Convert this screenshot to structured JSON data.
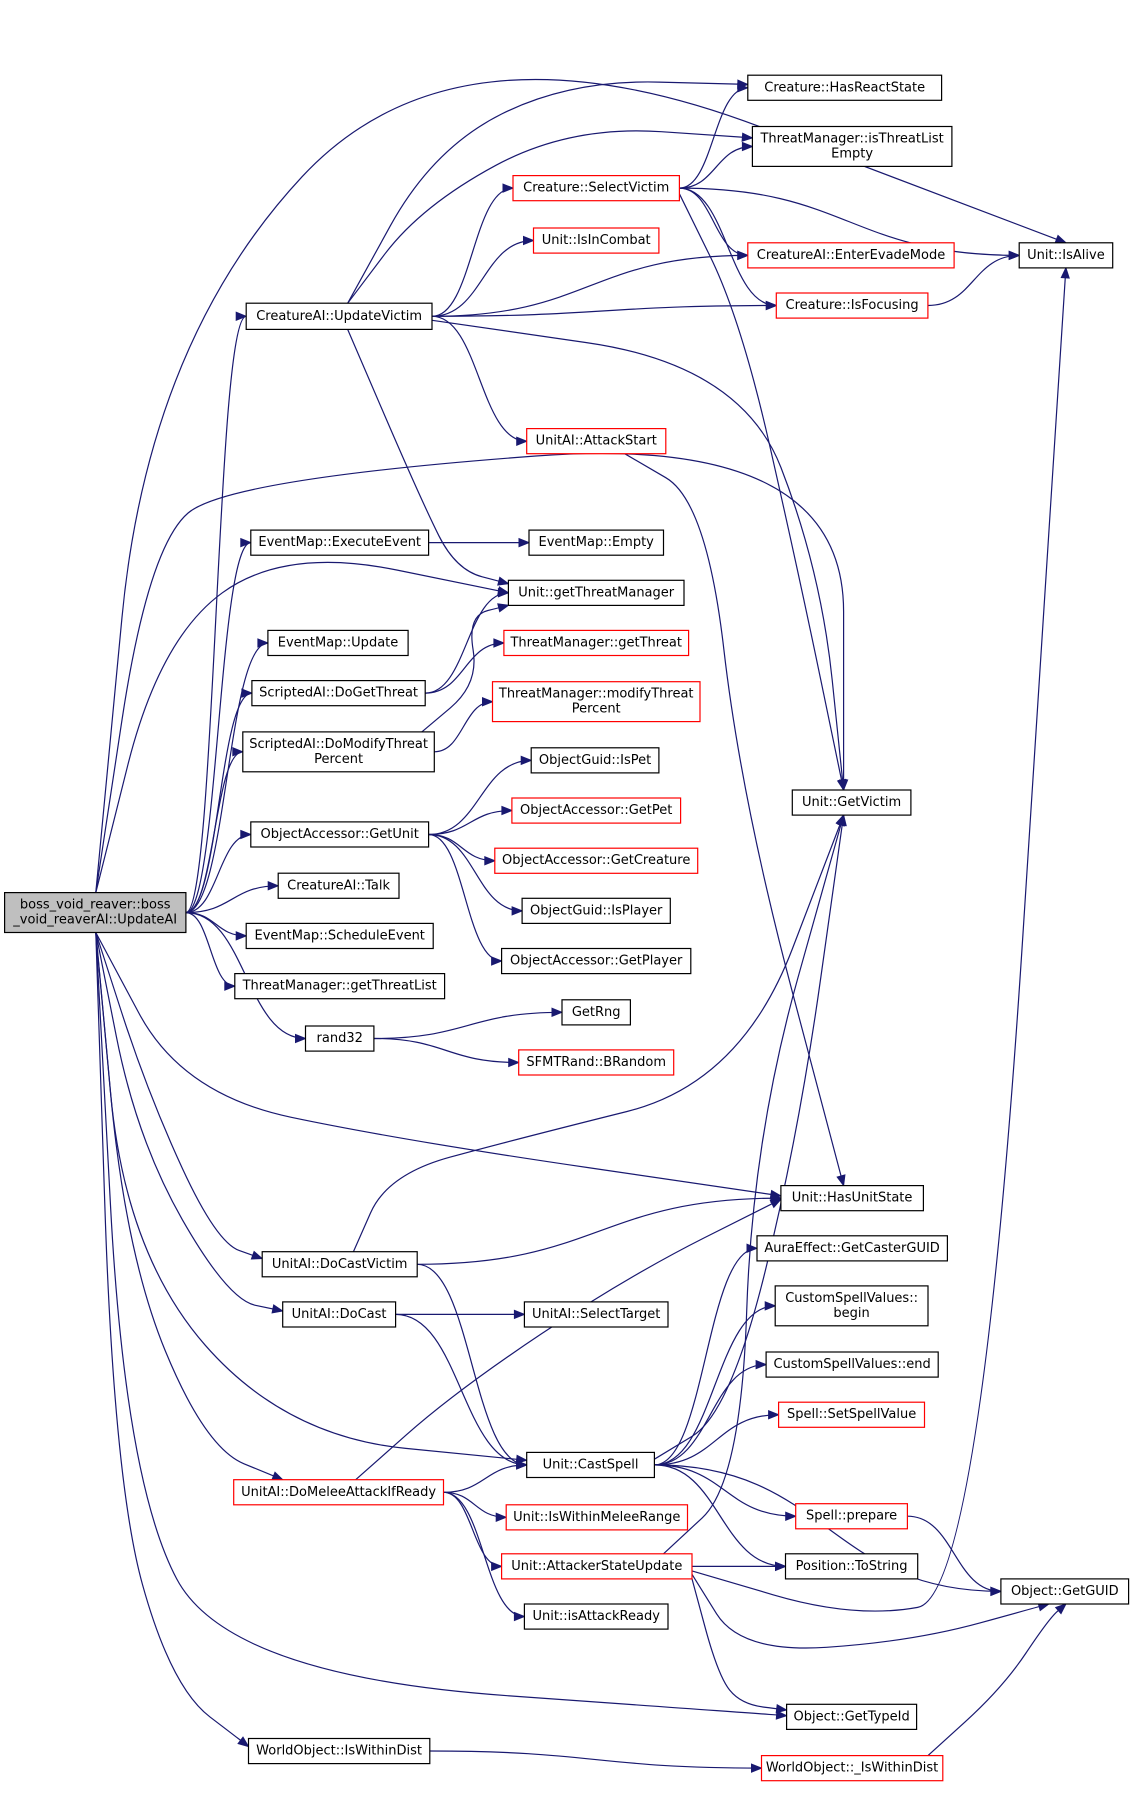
{
  "graph": {
    "nodes": [
      {
        "id": "root",
        "lines": [
          "boss_void_reaver::boss",
          "_void_reaverAI::UpdateAI"
        ],
        "style": "root"
      },
      {
        "id": "creatureAI_UpdateVictim",
        "lines": [
          "CreatureAI::UpdateVictim"
        ],
        "style": "black"
      },
      {
        "id": "eventMap_ExecuteEvent",
        "lines": [
          "EventMap::ExecuteEvent"
        ],
        "style": "black"
      },
      {
        "id": "eventMap_Update",
        "lines": [
          "EventMap::Update"
        ],
        "style": "black"
      },
      {
        "id": "scriptedAI_DoGetThreat",
        "lines": [
          "ScriptedAI::DoGetThreat"
        ],
        "style": "black"
      },
      {
        "id": "scriptedAI_DoModifyThreatPercent",
        "lines": [
          "ScriptedAI::DoModifyThreat",
          "Percent"
        ],
        "style": "black"
      },
      {
        "id": "objectAccessor_GetUnit",
        "lines": [
          "ObjectAccessor::GetUnit"
        ],
        "style": "black"
      },
      {
        "id": "creatureAI_Talk",
        "lines": [
          "CreatureAI::Talk"
        ],
        "style": "black"
      },
      {
        "id": "eventMap_ScheduleEvent",
        "lines": [
          "EventMap::ScheduleEvent"
        ],
        "style": "black"
      },
      {
        "id": "threatManager_getThreatList",
        "lines": [
          "ThreatManager::getThreatList"
        ],
        "style": "black"
      },
      {
        "id": "rand32",
        "lines": [
          "rand32"
        ],
        "style": "black"
      },
      {
        "id": "unitAI_DoCastVictim",
        "lines": [
          "UnitAI::DoCastVictim"
        ],
        "style": "black"
      },
      {
        "id": "unitAI_DoCast",
        "lines": [
          "UnitAI::DoCast"
        ],
        "style": "black"
      },
      {
        "id": "unitAI_DoMeleeAttackIfReady",
        "lines": [
          "UnitAI::DoMeleeAttackIfReady"
        ],
        "style": "red"
      },
      {
        "id": "worldObject_IsWithinDist",
        "lines": [
          "WorldObject::IsWithinDist"
        ],
        "style": "black"
      },
      {
        "id": "creature_SelectVictim",
        "lines": [
          "Creature::SelectVictim"
        ],
        "style": "red"
      },
      {
        "id": "unit_IsInCombat",
        "lines": [
          "Unit::IsInCombat"
        ],
        "style": "red"
      },
      {
        "id": "unitAI_AttackStart",
        "lines": [
          "UnitAI::AttackStart"
        ],
        "style": "red"
      },
      {
        "id": "eventMap_Empty",
        "lines": [
          "EventMap::Empty"
        ],
        "style": "black"
      },
      {
        "id": "unit_getThreatManager",
        "lines": [
          "Unit::getThreatManager"
        ],
        "style": "black"
      },
      {
        "id": "threatManager_getThreat",
        "lines": [
          "ThreatManager::getThreat"
        ],
        "style": "red"
      },
      {
        "id": "threatManager_modifyThreatPercent",
        "lines": [
          "ThreatManager::modifyThreat",
          "Percent"
        ],
        "style": "red"
      },
      {
        "id": "objectGuid_IsPet",
        "lines": [
          "ObjectGuid::IsPet"
        ],
        "style": "black"
      },
      {
        "id": "objectAccessor_GetPet",
        "lines": [
          "ObjectAccessor::GetPet"
        ],
        "style": "red"
      },
      {
        "id": "objectAccessor_GetCreature",
        "lines": [
          "ObjectAccessor::GetCreature"
        ],
        "style": "red"
      },
      {
        "id": "objectGuid_IsPlayer",
        "lines": [
          "ObjectGuid::IsPlayer"
        ],
        "style": "black"
      },
      {
        "id": "objectAccessor_GetPlayer",
        "lines": [
          "ObjectAccessor::GetPlayer"
        ],
        "style": "black"
      },
      {
        "id": "getRng",
        "lines": [
          "GetRng"
        ],
        "style": "black"
      },
      {
        "id": "sfmtRand_BRandom",
        "lines": [
          "SFMTRand::BRandom"
        ],
        "style": "red"
      },
      {
        "id": "unitAI_SelectTarget",
        "lines": [
          "UnitAI::SelectTarget"
        ],
        "style": "black"
      },
      {
        "id": "unit_CastSpell",
        "lines": [
          "Unit::CastSpell"
        ],
        "style": "black"
      },
      {
        "id": "unit_IsWithinMeleeRange",
        "lines": [
          "Unit::IsWithinMeleeRange"
        ],
        "style": "red"
      },
      {
        "id": "unit_AttackerStateUpdate",
        "lines": [
          "Unit::AttackerStateUpdate"
        ],
        "style": "red"
      },
      {
        "id": "unit_isAttackReady",
        "lines": [
          "Unit::isAttackReady"
        ],
        "style": "black"
      },
      {
        "id": "creature_HasReactState",
        "lines": [
          "Creature::HasReactState"
        ],
        "style": "black"
      },
      {
        "id": "threatManager_isThreatListEmpty",
        "lines": [
          "ThreatManager::isThreatList",
          "Empty"
        ],
        "style": "black"
      },
      {
        "id": "creatureAI_EnterEvadeMode",
        "lines": [
          "CreatureAI::EnterEvadeMode"
        ],
        "style": "red"
      },
      {
        "id": "creature_IsFocusing",
        "lines": [
          "Creature::IsFocusing"
        ],
        "style": "red"
      },
      {
        "id": "unit_GetVictim",
        "lines": [
          "Unit::GetVictim"
        ],
        "style": "black"
      },
      {
        "id": "unit_HasUnitState",
        "lines": [
          "Unit::HasUnitState"
        ],
        "style": "black"
      },
      {
        "id": "auraEffect_GetCasterGUID",
        "lines": [
          "AuraEffect::GetCasterGUID"
        ],
        "style": "black"
      },
      {
        "id": "customSpellValues_begin",
        "lines": [
          "CustomSpellValues::",
          "begin"
        ],
        "style": "black"
      },
      {
        "id": "customSpellValues_end",
        "lines": [
          "CustomSpellValues::end"
        ],
        "style": "black"
      },
      {
        "id": "spell_SetSpellValue",
        "lines": [
          "Spell::SetSpellValue"
        ],
        "style": "red"
      },
      {
        "id": "spell_prepare",
        "lines": [
          "Spell::prepare"
        ],
        "style": "red"
      },
      {
        "id": "position_ToString",
        "lines": [
          "Position::ToString"
        ],
        "style": "black"
      },
      {
        "id": "object_GetTypeId",
        "lines": [
          "Object::GetTypeId"
        ],
        "style": "black"
      },
      {
        "id": "worldObject__IsWithinDist",
        "lines": [
          "WorldObject::_IsWithinDist"
        ],
        "style": "red"
      },
      {
        "id": "unit_IsAlive",
        "lines": [
          "Unit::IsAlive"
        ],
        "style": "black"
      },
      {
        "id": "object_GetGUID",
        "lines": [
          "Object::GetGUID"
        ],
        "style": "black"
      }
    ],
    "edges": [
      [
        "root",
        "unit_IsAlive"
      ],
      [
        "root",
        "creatureAI_UpdateVictim"
      ],
      [
        "root",
        "unit_GetVictim"
      ],
      [
        "root",
        "eventMap_ExecuteEvent"
      ],
      [
        "root",
        "unit_getThreatManager"
      ],
      [
        "root",
        "eventMap_Update"
      ],
      [
        "root",
        "scriptedAI_DoGetThreat"
      ],
      [
        "root",
        "scriptedAI_DoModifyThreatPercent"
      ],
      [
        "root",
        "objectAccessor_GetUnit"
      ],
      [
        "root",
        "creatureAI_Talk"
      ],
      [
        "root",
        "eventMap_ScheduleEvent"
      ],
      [
        "root",
        "threatManager_getThreatList"
      ],
      [
        "root",
        "rand32"
      ],
      [
        "root",
        "unit_HasUnitState"
      ],
      [
        "root",
        "unitAI_DoCastVictim"
      ],
      [
        "root",
        "unitAI_DoCast"
      ],
      [
        "root",
        "unit_CastSpell"
      ],
      [
        "root",
        "unitAI_DoMeleeAttackIfReady"
      ],
      [
        "root",
        "object_GetTypeId"
      ],
      [
        "root",
        "worldObject_IsWithinDist"
      ],
      [
        "creatureAI_UpdateVictim",
        "creature_HasReactState"
      ],
      [
        "creatureAI_UpdateVictim",
        "threatManager_isThreatListEmpty"
      ],
      [
        "creatureAI_UpdateVictim",
        "creature_SelectVictim"
      ],
      [
        "creatureAI_UpdateVictim",
        "unit_IsInCombat"
      ],
      [
        "creatureAI_UpdateVictim",
        "creatureAI_EnterEvadeMode"
      ],
      [
        "creatureAI_UpdateVictim",
        "creature_IsFocusing"
      ],
      [
        "creatureAI_UpdateVictim",
        "unitAI_AttackStart"
      ],
      [
        "creatureAI_UpdateVictim",
        "unit_getThreatManager"
      ],
      [
        "creatureAI_UpdateVictim",
        "unit_GetVictim"
      ],
      [
        "creature_SelectVictim",
        "creature_HasReactState"
      ],
      [
        "creature_SelectVictim",
        "threatManager_isThreatListEmpty"
      ],
      [
        "creature_SelectVictim",
        "unit_IsAlive"
      ],
      [
        "creature_SelectVictim",
        "creatureAI_EnterEvadeMode"
      ],
      [
        "creature_SelectVictim",
        "creature_IsFocusing"
      ],
      [
        "creature_SelectVictim",
        "unit_GetVictim"
      ],
      [
        "creature_IsFocusing",
        "unit_IsAlive"
      ],
      [
        "unitAI_AttackStart",
        "unit_HasUnitState"
      ],
      [
        "eventMap_ExecuteEvent",
        "eventMap_Empty"
      ],
      [
        "scriptedAI_DoGetThreat",
        "unit_getThreatManager"
      ],
      [
        "scriptedAI_DoGetThreat",
        "threatManager_getThreat"
      ],
      [
        "scriptedAI_DoModifyThreatPercent",
        "unit_getThreatManager"
      ],
      [
        "scriptedAI_DoModifyThreatPercent",
        "threatManager_modifyThreatPercent"
      ],
      [
        "objectAccessor_GetUnit",
        "objectGuid_IsPet"
      ],
      [
        "objectAccessor_GetUnit",
        "objectAccessor_GetPet"
      ],
      [
        "objectAccessor_GetUnit",
        "objectAccessor_GetCreature"
      ],
      [
        "objectAccessor_GetUnit",
        "objectGuid_IsPlayer"
      ],
      [
        "objectAccessor_GetUnit",
        "objectAccessor_GetPlayer"
      ],
      [
        "rand32",
        "getRng"
      ],
      [
        "rand32",
        "sfmtRand_BRandom"
      ],
      [
        "unitAI_DoCastVictim",
        "unit_GetVictim"
      ],
      [
        "unitAI_DoCastVictim",
        "unit_HasUnitState"
      ],
      [
        "unitAI_DoCastVictim",
        "unit_CastSpell"
      ],
      [
        "unitAI_DoCast",
        "unitAI_SelectTarget"
      ],
      [
        "unitAI_DoCast",
        "unit_CastSpell"
      ],
      [
        "unitAI_DoMeleeAttackIfReady",
        "unit_HasUnitState"
      ],
      [
        "unitAI_DoMeleeAttackIfReady",
        "unit_CastSpell"
      ],
      [
        "unitAI_DoMeleeAttackIfReady",
        "unit_IsWithinMeleeRange"
      ],
      [
        "unitAI_DoMeleeAttackIfReady",
        "unit_AttackerStateUpdate"
      ],
      [
        "unitAI_DoMeleeAttackIfReady",
        "unit_isAttackReady"
      ],
      [
        "unit_CastSpell",
        "unit_GetVictim"
      ],
      [
        "unit_CastSpell",
        "auraEffect_GetCasterGUID"
      ],
      [
        "unit_CastSpell",
        "customSpellValues_begin"
      ],
      [
        "unit_CastSpell",
        "customSpellValues_end"
      ],
      [
        "unit_CastSpell",
        "spell_SetSpellValue"
      ],
      [
        "unit_CastSpell",
        "spell_prepare"
      ],
      [
        "unit_CastSpell",
        "position_ToString"
      ],
      [
        "unit_CastSpell",
        "object_GetGUID"
      ],
      [
        "unit_AttackerStateUpdate",
        "unit_IsAlive"
      ],
      [
        "unit_AttackerStateUpdate",
        "unit_GetVictim"
      ],
      [
        "unit_AttackerStateUpdate",
        "position_ToString"
      ],
      [
        "unit_AttackerStateUpdate",
        "object_GetGUID"
      ],
      [
        "unit_AttackerStateUpdate",
        "object_GetTypeId"
      ],
      [
        "spell_prepare",
        "object_GetGUID"
      ],
      [
        "worldObject_IsWithinDist",
        "worldObject__IsWithinDist"
      ],
      [
        "worldObject__IsWithinDist",
        "object_GetGUID"
      ]
    ]
  }
}
